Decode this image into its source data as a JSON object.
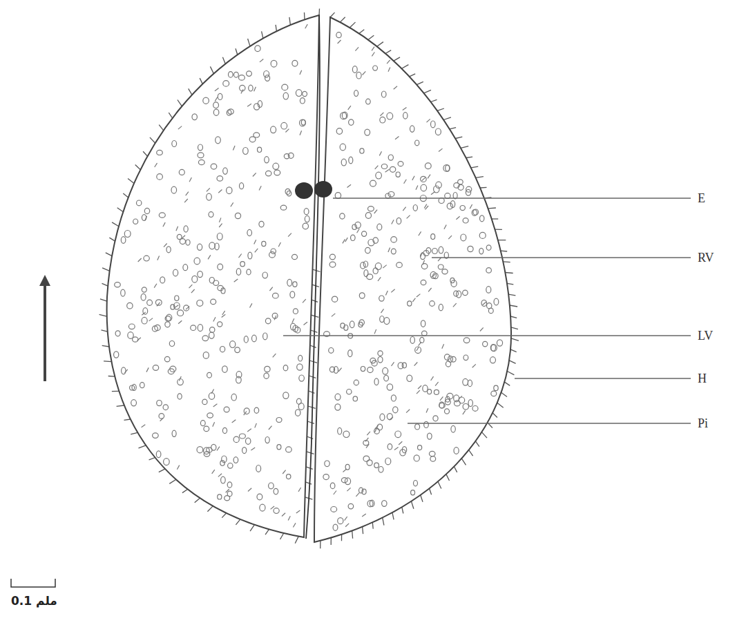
{
  "diagram": {
    "labels": [
      "E",
      "RV",
      "LV",
      "H",
      "Pi",
      "0.1 ملم"
    ]
  }
}
